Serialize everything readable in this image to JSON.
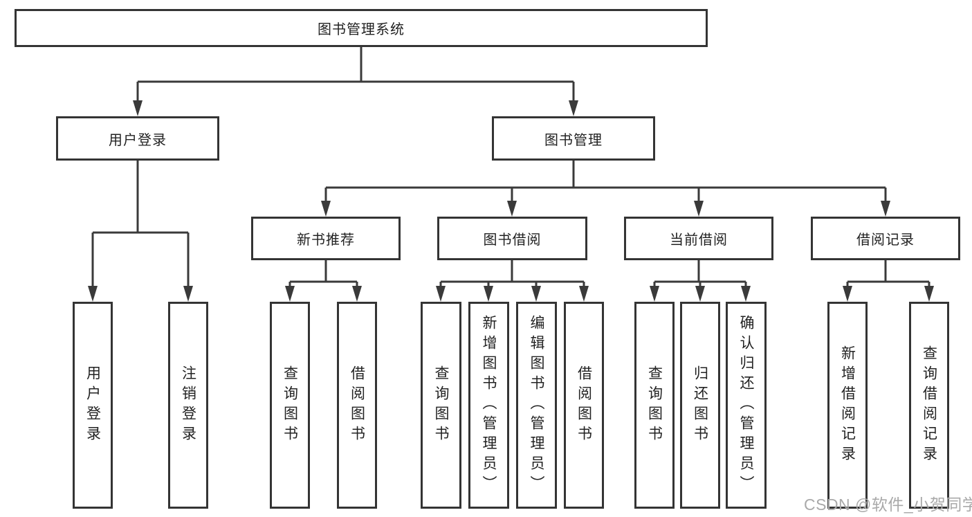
{
  "diagram": {
    "type": "function-structure-tree",
    "colors": {
      "line": "#3a3a3a",
      "box_border": "#343434",
      "box_fill": "#ffffff",
      "text": "#222222",
      "watermark": "#a9a9a9",
      "background": "#ffffff"
    },
    "tree": {
      "root": {
        "label": "图书管理系统"
      },
      "branches": [
        {
          "label": "用户登录",
          "children": [
            {
              "label": "用户登录"
            },
            {
              "label": "注销登录"
            }
          ]
        },
        {
          "label": "图书管理",
          "children": [
            {
              "label": "新书推荐",
              "children": [
                {
                  "label": "查询图书"
                },
                {
                  "label": "借阅图书"
                }
              ]
            },
            {
              "label": "图书借阅",
              "children": [
                {
                  "label": "查询图书"
                },
                {
                  "label": "新增图书（管理员）"
                },
                {
                  "label": "编辑图书（管理员）"
                },
                {
                  "label": "借阅图书"
                }
              ]
            },
            {
              "label": "当前借阅",
              "children": [
                {
                  "label": "查询图书"
                },
                {
                  "label": "归还图书"
                },
                {
                  "label": "确认归还（管理员）"
                }
              ]
            },
            {
              "label": "借阅记录",
              "children": [
                {
                  "label": "新增借阅记录"
                },
                {
                  "label": "查询借阅记录"
                }
              ]
            }
          ]
        }
      ]
    }
  },
  "watermark": {
    "text": "CSDN @软件_小贺同学"
  }
}
